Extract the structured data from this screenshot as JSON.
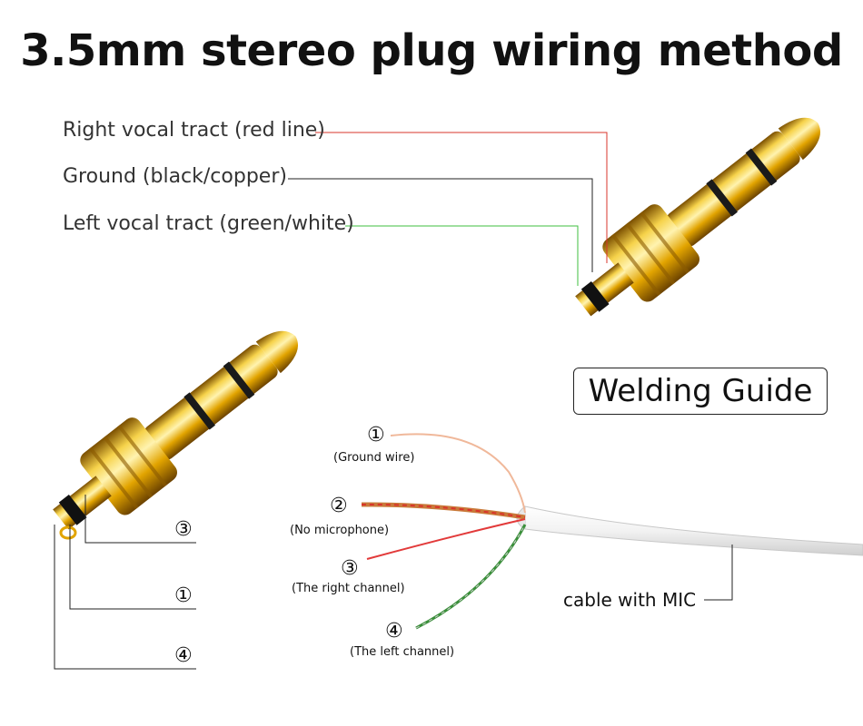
{
  "title": "3.5mm stereo plug wiring method",
  "top_labels": {
    "right": "Right vocal tract (red line)",
    "ground": "Ground (black/copper)",
    "left": "Left vocal tract (green/white)"
  },
  "plug_numbers": {
    "n3": "③",
    "n1": "①",
    "n4": "④"
  },
  "guide_title": "Welding Guide",
  "wires": {
    "w1": {
      "num": "①",
      "caption": "(Ground wire)"
    },
    "w2": {
      "num": "②",
      "caption": "(No microphone)"
    },
    "w3": {
      "num": "③",
      "caption": "(The right channel)"
    },
    "w4": {
      "num": "④",
      "caption": "(The left channel)"
    }
  },
  "cable_label": "cable with MIC",
  "colors": {
    "red_line": "#d9342b",
    "green_line": "#3fbf3f",
    "black_line": "#222222",
    "gold": "#e8b400"
  }
}
